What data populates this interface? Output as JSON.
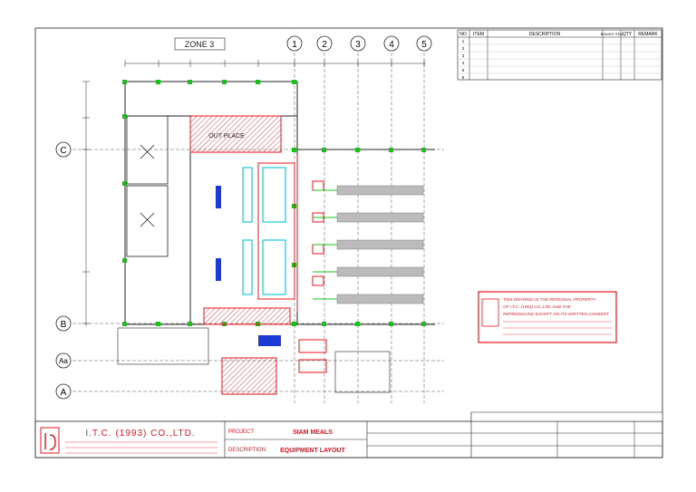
{
  "drawing": {
    "zone_label": "ZONE 3",
    "grid_columns": [
      "1",
      "2",
      "3",
      "4",
      "5"
    ],
    "grid_rows": [
      "C",
      "B",
      "Aa",
      "A"
    ],
    "room_labels": [
      "OUT PLACE"
    ]
  },
  "equipment_table": {
    "headers": [
      "NO",
      "ITEM",
      "DESCRIPTION",
      "BOUGHT ITEM",
      "QTY",
      "REMARK"
    ],
    "rows": [
      {
        "no": "1",
        "item": "",
        "qty": "",
        "remark": ""
      },
      {
        "no": "2",
        "item": "",
        "qty": "",
        "remark": ""
      },
      {
        "no": "3",
        "item": "",
        "qty": "",
        "remark": ""
      },
      {
        "no": "4",
        "item": "",
        "qty": "",
        "remark": ""
      },
      {
        "no": "5",
        "item": "",
        "qty": "",
        "remark": ""
      },
      {
        "no": "6",
        "item": "",
        "qty": "",
        "remark": ""
      }
    ]
  },
  "notice": {
    "line1": "THIS DRAWING IS THE PERSONAL PROPERTY",
    "line2": "OF I.T.C. (1993) CO.,LTD. AND THE",
    "line3": "REPRODUCING EXCEPT ON ITS WRITTEN CONSENT"
  },
  "title_block": {
    "company": "I.T.C. (1993) CO.,LTD.",
    "project_label": "PROJECT",
    "project_value": "SIAM MEALS",
    "description_label": "DESCRIPTION",
    "description_value": "EQUIPMENT LAYOUT"
  },
  "colors": {
    "line": "#222222",
    "red": "#e8141e",
    "green": "#19c219",
    "cyan": "#18c8e0",
    "blue": "#1b3ad6"
  }
}
